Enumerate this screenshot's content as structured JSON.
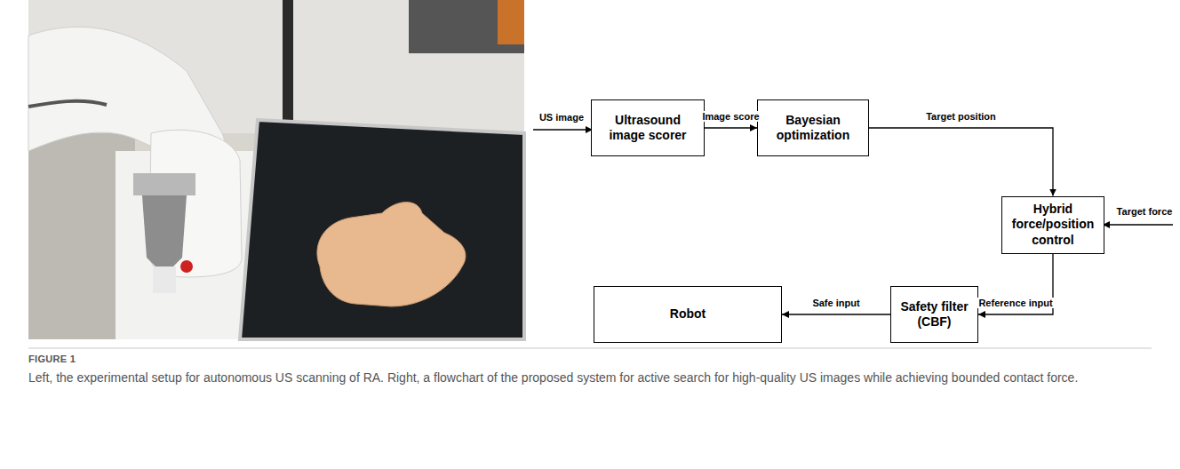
{
  "diagram": {
    "caption": "Left, the experimental setup for autonomous US scanning of RA. Right, a flowchart of the proposed system for active search for high-quality US images while achieving bounded contact force.",
    "nodes": [
      {
        "text": [
          "Ultrasound image scorer"
        ]
      },
      {
        "text": [
          "Bayesian optimization"
        ]
      },
      {
        "text": [
          "Hybrid force/position control"
        ]
      },
      {
        "text": [
          "Safety filter (CBF)"
        ]
      },
      {
        "text": [
          "Robot"
        ]
      }
    ],
    "edges": [
      {
        "from": 0,
        "to": 1,
        "label": "Image score",
        "arrow": "to"
      },
      {
        "from": 1,
        "to": 2,
        "label": "Target position",
        "arrow": "to"
      },
      {
        "from": 2,
        "to": 3,
        "label": "Reference input",
        "arrow": "to"
      },
      {
        "from": 3,
        "to": 4,
        "label": "Safe input",
        "arrow": "to"
      }
    ],
    "labels": [
      "US image",
      "Target force",
      "FIGURE 1"
    ]
  }
}
